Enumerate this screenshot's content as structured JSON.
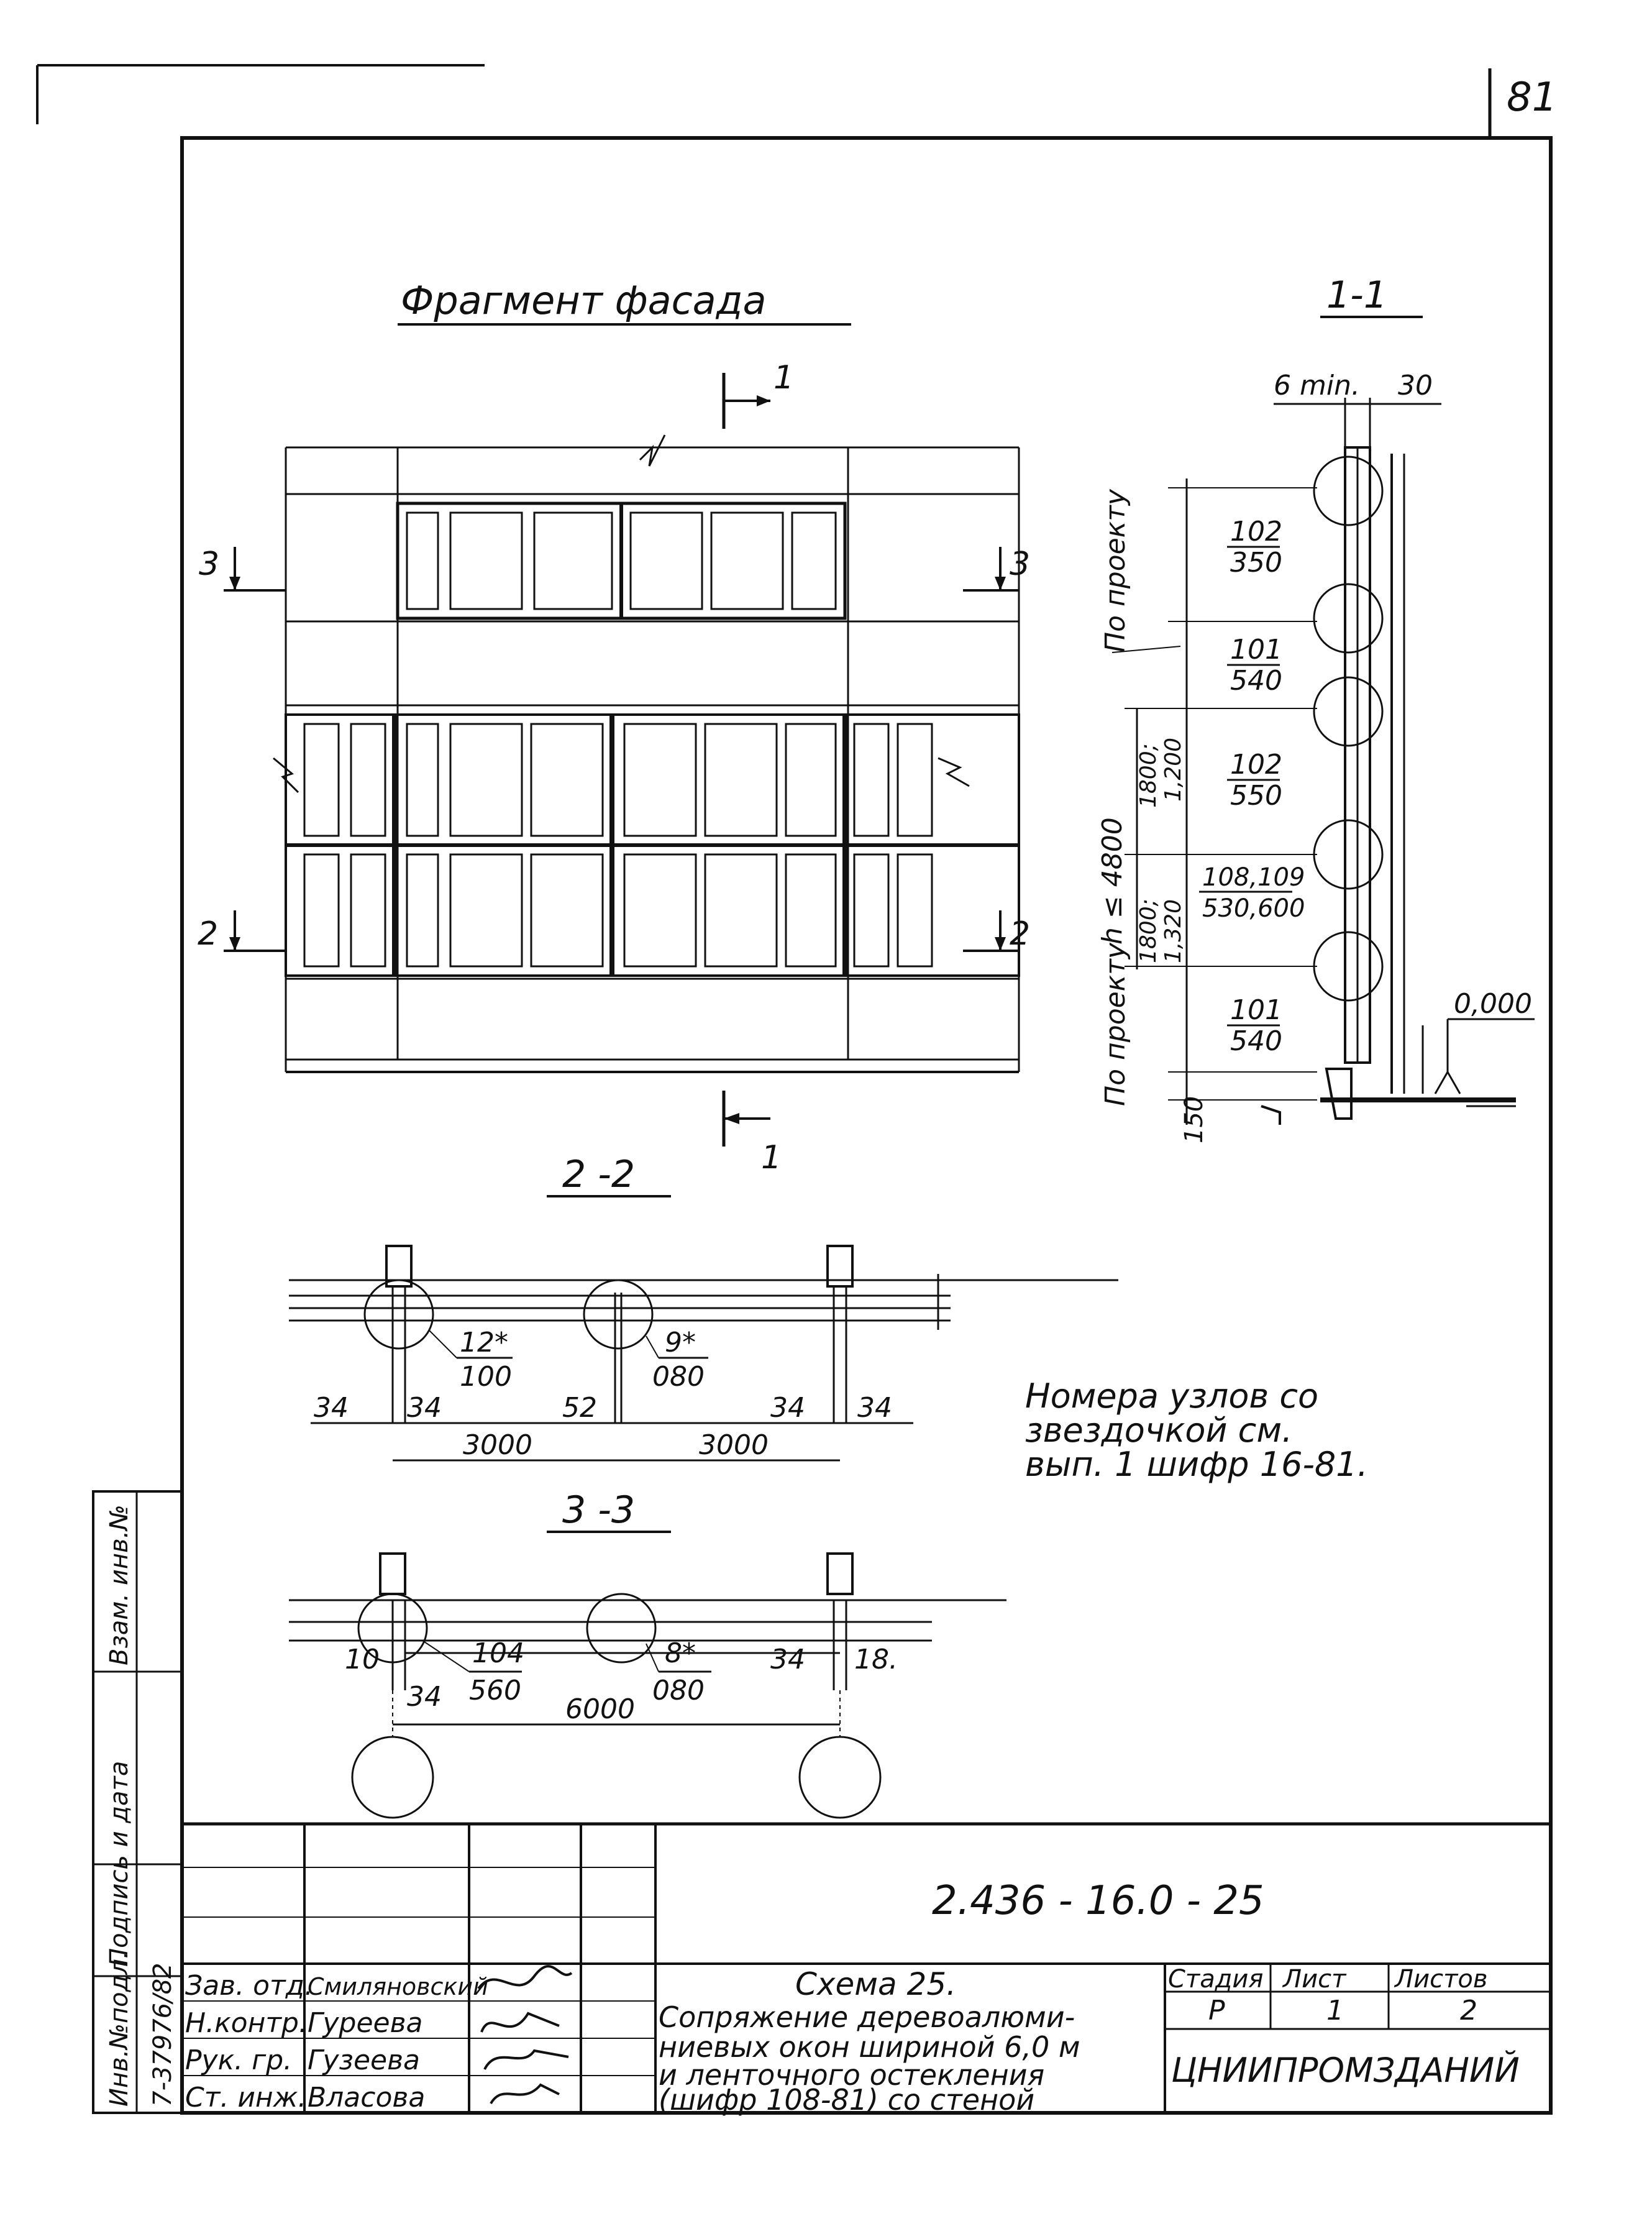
{
  "sheet_number": "81",
  "views": {
    "facade_title": "Фрагмент фасада",
    "section_1_1": "1-1",
    "section_2_2": "2 -2",
    "section_3_3": "3 -3",
    "cut_1": "1",
    "cut_2": "2",
    "cut_3": "3"
  },
  "section_1_1": {
    "top_dim": "6 min.",
    "top_dim_30": "30",
    "project_label_top": "По проекту",
    "project_label_bottom": "По проекту",
    "height_label": "h ≤ 4800",
    "h_top_a": "1800;",
    "h_top_b": "1,200",
    "h_bot_a": "1800;",
    "h_bot_b": "1,320",
    "dim_150": "150",
    "level": "0,000",
    "nodes": [
      {
        "num": "102",
        "sub": "350"
      },
      {
        "num": "101",
        "sub": "540"
      },
      {
        "num": "102",
        "sub": "550"
      },
      {
        "num": "108,109",
        "sub": "530,600"
      },
      {
        "num": "101",
        "sub": "540"
      }
    ]
  },
  "section_2_2": {
    "nodes": [
      {
        "num": "12*",
        "sub": "100"
      },
      {
        "num": "9*",
        "sub": "080"
      }
    ],
    "dims": [
      "34",
      "34",
      "52",
      "34",
      "34"
    ],
    "spans": [
      "3000",
      "3000"
    ]
  },
  "section_3_3": {
    "nodes": [
      {
        "num": "104",
        "sub": "560"
      },
      {
        "num": "8*",
        "sub": "080"
      }
    ],
    "dims": [
      "10",
      "34",
      "34",
      "18."
    ],
    "span": "6000"
  },
  "note": {
    "line1": "Номера узлов со",
    "line2": "звездочкой  см.",
    "line3": "вып. 1  шифр 16-81."
  },
  "side_stamp": {
    "col1": "Инв.№подл.",
    "col2": "Подпись и дата",
    "col3": "Взам. инв.№",
    "inv_value": "7-37976/82"
  },
  "title_block": {
    "code": "2.436 - 16.0 - 25",
    "roles": [
      "Зав. отд.",
      "Н.контр.",
      "Рук. гр.",
      "Ст. инж."
    ],
    "names": [
      "Смиляновский",
      "Гуреева",
      "Гузеева",
      "Власова"
    ],
    "title_lines": [
      "Схема 25.",
      "Сопряжение деревоалюми-",
      "ниевых окон шириной 6,0 м",
      "и ленточного остекления",
      "(шифр 108-81) со стеной"
    ],
    "stage_label": "Стадия",
    "sheet_label": "Лист",
    "sheets_label": "Листов",
    "stage": "Р",
    "sheet": "1",
    "sheets": "2",
    "organization": "ЦНИИПРОМЗДАНИЙ"
  }
}
